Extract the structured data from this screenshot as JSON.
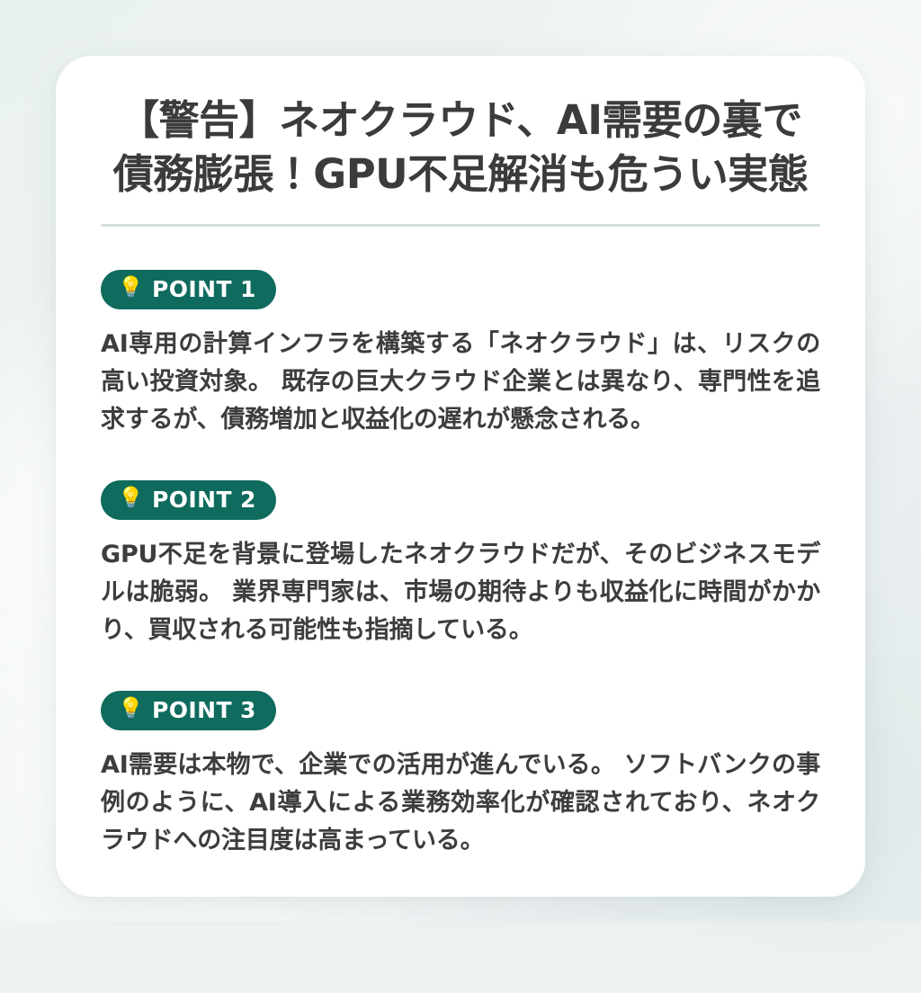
{
  "theme": {
    "accent": "#0e6b5d",
    "card_bg": "#ffffff",
    "page_bg": "#eef3f2",
    "divider": "#d2e0de",
    "title_color": "#3b3b3b",
    "body_color": "#3d3d3d",
    "badge_text_color": "#ffffff"
  },
  "card": {
    "title": "【警告】ネオクラウド、AI需要の裏で債務膨張！GPU不足解消も危うい実態",
    "points": [
      {
        "badge_icon": "lightbulb-icon",
        "badge_glyph": "💡",
        "badge_label": "POINT 1",
        "body": "AI専用の計算インフラを構築する「ネオクラウド」は、リスクの高い投資対象。 既存の巨大クラウド企業とは異なり、専門性を追求するが、債務増加と収益化の遅れが懸念される。"
      },
      {
        "badge_icon": "lightbulb-icon",
        "badge_glyph": "💡",
        "badge_label": "POINT 2",
        "body": "GPU不足を背景に登場したネオクラウドだが、そのビジネスモデルは脆弱。 業界専門家は、市場の期待よりも収益化に時間がかかり、買収される可能性も指摘している。"
      },
      {
        "badge_icon": "lightbulb-icon",
        "badge_glyph": "💡",
        "badge_label": "POINT 3",
        "body": "AI需要は本物で、企業での活用が進んでいる。 ソフトバンクの事例のように、AI導入による業務効率化が確認されており、ネオクラウドへの注目度は高まっている。"
      }
    ]
  }
}
